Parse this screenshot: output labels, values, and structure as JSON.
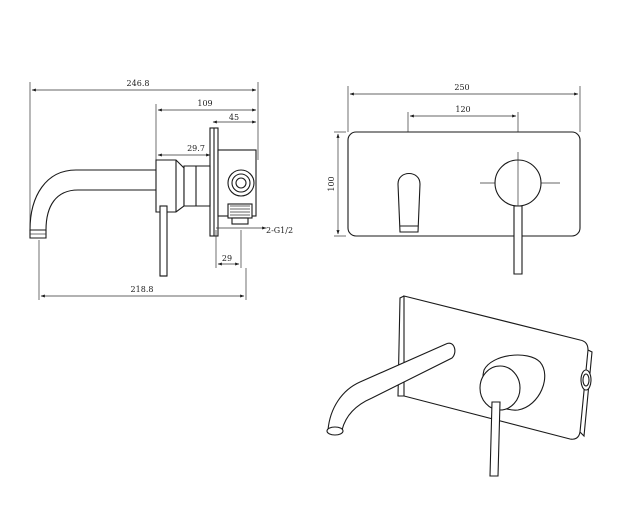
{
  "side_view": {
    "dim_overall_length": "246.8",
    "dim_wall_to_spout": "109",
    "dim_body_depth": "45",
    "dim_handle_offset": "29.7",
    "dim_thread": "2-G1/2",
    "dim_bottom_small": "29",
    "dim_spout_reach": "218.8"
  },
  "front_view": {
    "dim_plate_width": "250",
    "dim_centers": "120",
    "dim_plate_height": "100"
  }
}
